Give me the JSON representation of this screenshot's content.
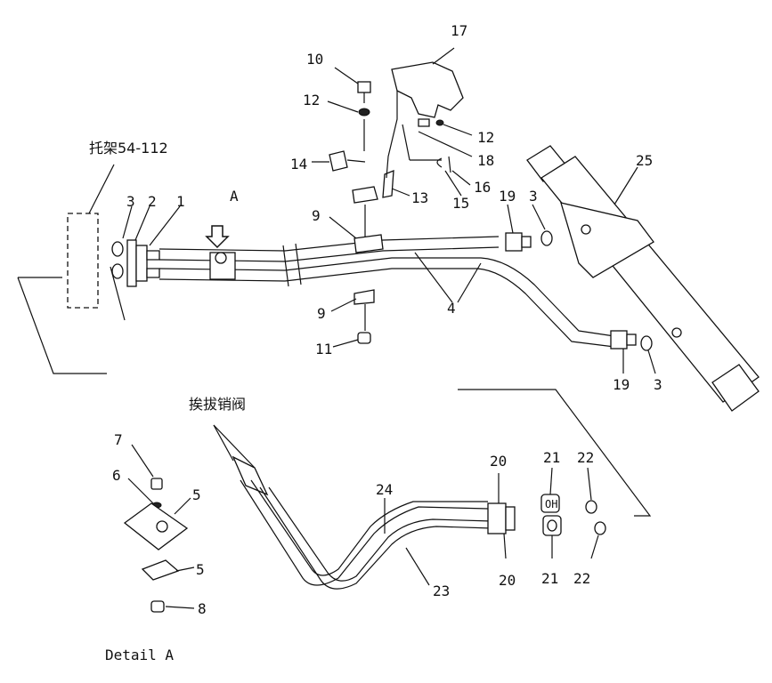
{
  "labels": {
    "bracket": "托架54-112",
    "valve": "挨拔销阀",
    "detail_arrow": "A",
    "detail_caption": "Detail  A"
  },
  "callouts": [
    {
      "id": "c1",
      "text": "1"
    },
    {
      "id": "c2",
      "text": "2"
    },
    {
      "id": "c3a",
      "text": "3"
    },
    {
      "id": "c3b",
      "text": "3"
    },
    {
      "id": "c3c",
      "text": "3"
    },
    {
      "id": "c4",
      "text": "4"
    },
    {
      "id": "c5a",
      "text": "5"
    },
    {
      "id": "c5b",
      "text": "5"
    },
    {
      "id": "c6",
      "text": "6"
    },
    {
      "id": "c7",
      "text": "7"
    },
    {
      "id": "c8",
      "text": "8"
    },
    {
      "id": "c9a",
      "text": "9"
    },
    {
      "id": "c9b",
      "text": "9"
    },
    {
      "id": "c10",
      "text": "10"
    },
    {
      "id": "c11",
      "text": "11"
    },
    {
      "id": "c12a",
      "text": "12"
    },
    {
      "id": "c12b",
      "text": "12"
    },
    {
      "id": "c13",
      "text": "13"
    },
    {
      "id": "c14",
      "text": "14"
    },
    {
      "id": "c15",
      "text": "15"
    },
    {
      "id": "c16",
      "text": "16"
    },
    {
      "id": "c17",
      "text": "17"
    },
    {
      "id": "c18",
      "text": "18"
    },
    {
      "id": "c19a",
      "text": "19"
    },
    {
      "id": "c19b",
      "text": "19"
    },
    {
      "id": "c20a",
      "text": "20"
    },
    {
      "id": "c20b",
      "text": "20"
    },
    {
      "id": "c21a",
      "text": "21"
    },
    {
      "id": "c21b",
      "text": "21"
    },
    {
      "id": "c22a",
      "text": "22"
    },
    {
      "id": "c22b",
      "text": "22"
    },
    {
      "id": "c23",
      "text": "23"
    },
    {
      "id": "c24",
      "text": "24"
    },
    {
      "id": "c25",
      "text": "25"
    }
  ]
}
